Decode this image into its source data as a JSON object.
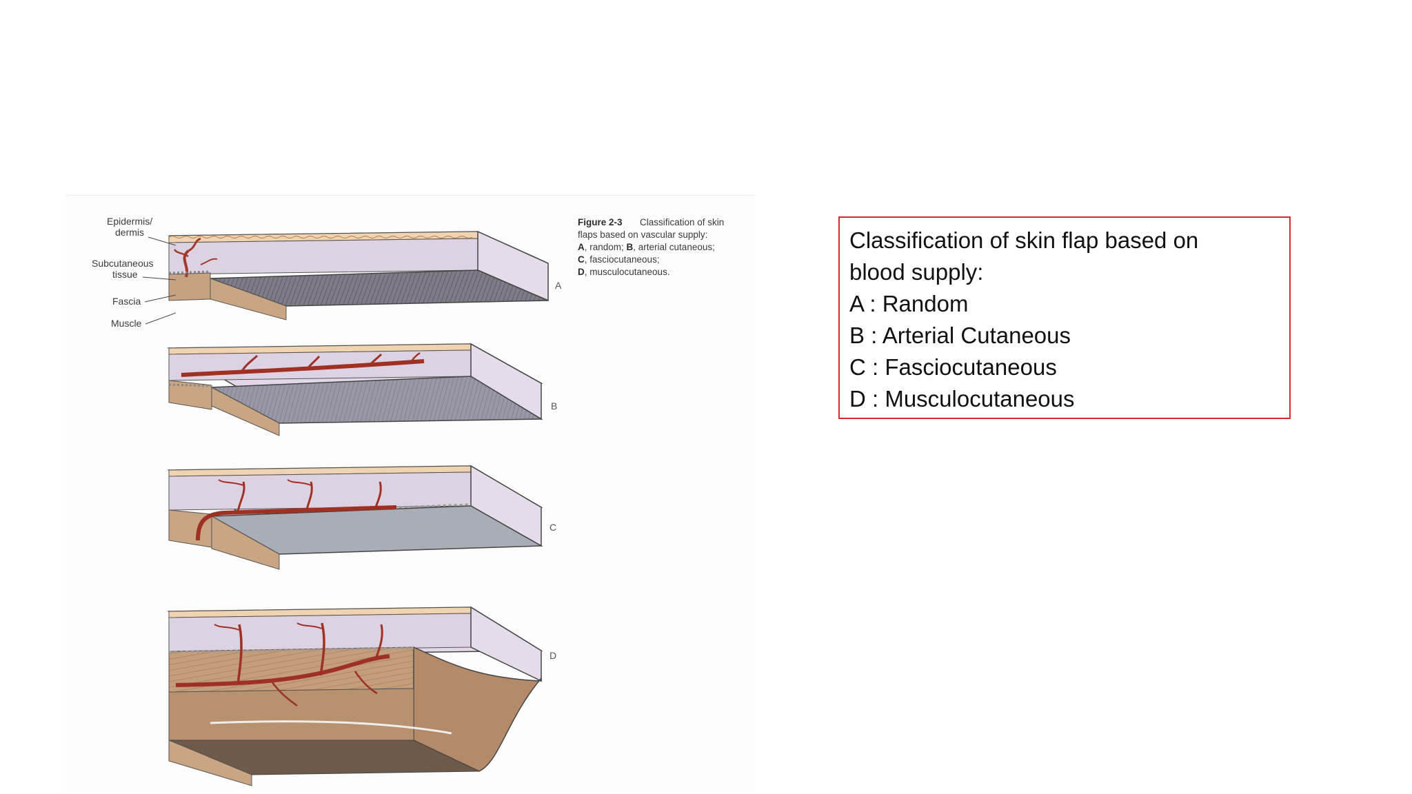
{
  "figure": {
    "layer_labels": [
      "Epidermis/",
      "dermis",
      "Subcutaneous",
      "tissue",
      "Fascia",
      "Muscle"
    ],
    "caption": {
      "figure_number": "Figure 2-3",
      "line1": "Classification of skin",
      "line2": "flaps based on vascular supply:",
      "line3_bold": "A",
      "line3": ", random; ",
      "line3_bold2": "B",
      "line3_rest": ", arterial cutaneous;",
      "line4_bold": "C",
      "line4": ", fasciocutaneous;",
      "line5_bold": "D",
      "line5": ", musculocutaneous."
    },
    "panel_letters": [
      "A",
      "B",
      "C",
      "D"
    ]
  },
  "info_box": {
    "title_line1": "Classification of skin flap based on",
    "title_line2": "blood supply:",
    "item_a": "A : Random",
    "item_b": "B : Arterial Cutaneous",
    "item_c": "C : Fasciocutaneous",
    "item_d": "D : Musculocutaneous"
  },
  "colors": {
    "frame_border": "#d9282e",
    "vessel": "#9e3024",
    "dermis": "#ddd3e3",
    "epidermis": "#f1d7b9",
    "muscle": "#c29a78",
    "fascia_sheet": "#8d8a95"
  }
}
